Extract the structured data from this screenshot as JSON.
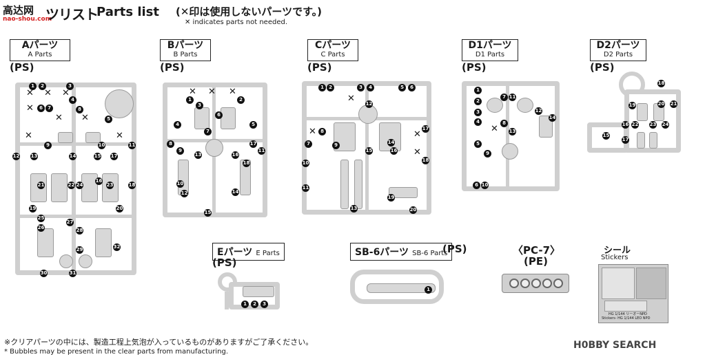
{
  "header": {
    "logo_text": "高达网",
    "logo_sub": "nao-shou.com",
    "title_jp": "ツリスト",
    "title_en": "Parts list",
    "note_jp": "(✕印は使用しないパーツです。)",
    "note_en": "✕ indicates parts not needed."
  },
  "sections": {
    "a": {
      "jp": "Aパーツ",
      "en": "A Parts",
      "material": "(PS)"
    },
    "b": {
      "jp": "Bパーツ",
      "en": "B Parts",
      "material": "(PS)"
    },
    "c": {
      "jp": "Cパーツ",
      "en": "C Parts",
      "material": "(PS)"
    },
    "d1": {
      "jp": "D1パーツ",
      "en": "D1 Parts",
      "material": "(PS)"
    },
    "d2": {
      "jp": "D2パーツ",
      "en": "D2 Parts",
      "material": "(PS)"
    },
    "e": {
      "jp": "Eパーツ",
      "en": "E Parts",
      "material": "(PS)"
    },
    "sb6": {
      "jp": "SB-6パーツ",
      "en": "SB-6 Parts",
      "material": "(PS)"
    },
    "pc7": {
      "jp": "〈PC-7〉",
      "material": "(PE)"
    },
    "stickers": {
      "jp": "シール",
      "en": "Stickers",
      "sheet_line1": "HG 1/144 リーオーNPD",
      "sheet_line2": "Stickers- HG 1/144 LEO NPD"
    }
  },
  "runner_a_numbers": [
    "1",
    "2",
    "3",
    "4",
    "5",
    "6",
    "7",
    "8",
    "9",
    "10",
    "11",
    "12",
    "13",
    "14",
    "15",
    "16",
    "17",
    "18",
    "19",
    "20",
    "21",
    "22",
    "23",
    "24",
    "25",
    "26",
    "27",
    "28",
    "29",
    "30",
    "31",
    "32"
  ],
  "runner_b_numbers": [
    "1",
    "2",
    "3",
    "4",
    "5",
    "6",
    "7",
    "8",
    "9",
    "10",
    "11",
    "12",
    "13",
    "14",
    "15",
    "16",
    "17",
    "18"
  ],
  "runner_c_numbers": [
    "1",
    "2",
    "3",
    "4",
    "5",
    "6",
    "7",
    "8",
    "9",
    "10",
    "11",
    "12",
    "13",
    "14",
    "15",
    "16",
    "17",
    "18",
    "19",
    "20"
  ],
  "runner_d1_numbers": [
    "1",
    "2",
    "3",
    "4",
    "5",
    "6",
    "7",
    "8",
    "9",
    "10",
    "11",
    "12",
    "13",
    "14"
  ],
  "runner_d2_numbers": [
    "15",
    "16",
    "17",
    "18",
    "19",
    "20",
    "21",
    "22",
    "23",
    "24"
  ],
  "runner_e_numbers": [
    "1",
    "2",
    "3"
  ],
  "runner_sb6_numbers": [
    "1"
  ],
  "footer": {
    "jp": "※クリアパーツの中には、製造工程上気泡が入っているものがありますがご了承ください。",
    "en": "* Bubbles may be present in the clear parts from manufacturing."
  },
  "watermark": "H0BBY SEARCH"
}
